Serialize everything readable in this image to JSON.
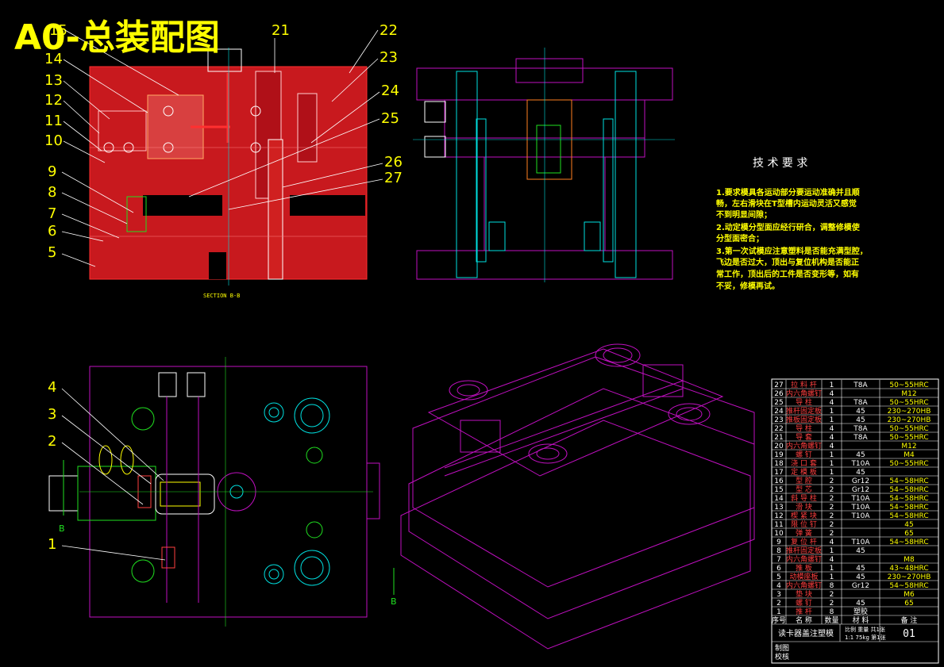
{
  "title": "A0-总装配图",
  "section_label": "SECTION B-B",
  "callouts_left": [
    "15",
    "14",
    "13",
    "12",
    "11",
    "10",
    "9",
    "8",
    "7",
    "6",
    "5"
  ],
  "callouts_top": [
    "21"
  ],
  "callouts_right": [
    "22",
    "23",
    "24",
    "25",
    "26",
    "27"
  ],
  "plan_callouts": [
    "4",
    "3",
    "2",
    "1"
  ],
  "section_marker": "B",
  "tech": {
    "heading": "技 术 要 求",
    "lines": [
      "1.要求模具各运动部分要运动准确并且顺",
      "畅，左右滑块在T型槽内运动灵活又感觉",
      "不到明显间隙；",
      "2.动定模分型面应经行研合，调整修模使",
      "分型面密合；",
      "3.第一次试模应注意塑料是否能充满型腔，",
      "飞边是否过大，顶出与复位机构是否能正",
      "常工作，顶出后的工件是否变形等，如有",
      "不妥，修模再试。"
    ]
  },
  "bom": {
    "rows": [
      [
        "27",
        "拉 料 杆",
        "1",
        "T8A",
        "50~55HRC"
      ],
      [
        "26",
        "内六角螺钉",
        "4",
        "",
        "M12"
      ],
      [
        "25",
        "导    柱",
        "4",
        "T8A",
        "50~55HRC"
      ],
      [
        "24",
        "推杆固定板",
        "1",
        "45",
        "230~270HB"
      ],
      [
        "23",
        "推板固定板",
        "1",
        "45",
        "230~270HB"
      ],
      [
        "22",
        "导    柱",
        "4",
        "T8A",
        "50~55HRC"
      ],
      [
        "21",
        "导    套",
        "4",
        "T8A",
        "50~55HRC"
      ],
      [
        "20",
        "内六角螺钉",
        "4",
        "",
        "M12"
      ],
      [
        "19",
        "螺    钉",
        "1",
        "45",
        "M4"
      ],
      [
        "18",
        "浇 口 套",
        "1",
        "T10A",
        "50~55HRC"
      ],
      [
        "17",
        "定 模 板",
        "1",
        "45",
        ""
      ],
      [
        "16",
        "型    腔",
        "2",
        "Gr12",
        "54~58HRC"
      ],
      [
        "15",
        "型    芯",
        "2",
        "Gr12",
        "54~58HRC"
      ],
      [
        "14",
        "斜 导 柱",
        "2",
        "T10A",
        "54~58HRC"
      ],
      [
        "13",
        "滑    块",
        "2",
        "T10A",
        "54~58HRC"
      ],
      [
        "12",
        "楔 紧 块",
        "2",
        "T10A",
        "54~58HRC"
      ],
      [
        "11",
        "限 位 钉",
        "2",
        "",
        "45"
      ],
      [
        "10",
        "弹    簧",
        "2",
        "",
        "65"
      ],
      [
        "9",
        "复 位 杆",
        "4",
        "T10A",
        "54~58HRC"
      ],
      [
        "8",
        "推杆固定板",
        "1",
        "45",
        ""
      ],
      [
        "7",
        "内六角螺钉",
        "4",
        "",
        "M8"
      ],
      [
        "6",
        "推    板",
        "1",
        "45",
        "43~48HRC"
      ],
      [
        "5",
        "动模座板",
        "1",
        "45",
        "230~270HB"
      ],
      [
        "4",
        "内六角螺钉",
        "8",
        "Gr12",
        "54~58HRC"
      ],
      [
        "3",
        "垫    块",
        "2",
        "",
        "M6"
      ],
      [
        "2",
        "螺    钉",
        "2",
        "45",
        "65"
      ],
      [
        "1",
        "推    杆",
        "8",
        "塑胶",
        ""
      ]
    ],
    "header": [
      "序号",
      "名  称",
      "数量",
      "材  料",
      "备  注"
    ],
    "drawing_name": "读卡器盖注塑模",
    "scale_label": "比例",
    "scale_value": "1:1",
    "weight_label": "重量",
    "weight_value": "75kg",
    "sheet_label": "共1张",
    "sheet_value": "第1张",
    "drawing_no": "01",
    "designer_label": "制图",
    "checker_label": "校核"
  },
  "colors": {
    "background": "#000000",
    "section_fill": "#c8191e",
    "magenta": "#c010c0",
    "cyan": "#00e0e0",
    "yellow": "#ffff00",
    "green": "#20e020",
    "white": "#ffffff"
  }
}
